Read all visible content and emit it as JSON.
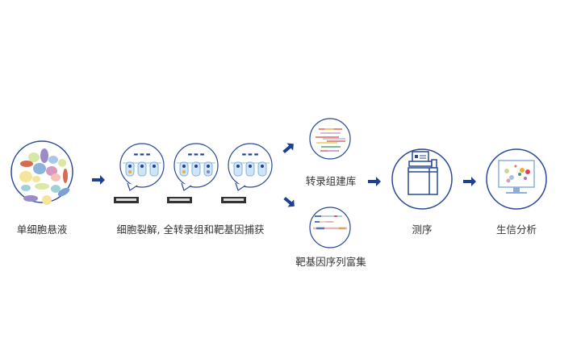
{
  "colors": {
    "accent": "#1f3f8f",
    "circle": "#2a4a96"
  },
  "steps": {
    "suspension": "单细胞悬液",
    "lysis_capture": "细胞裂解, 全转录组和靶基因捕获",
    "wta_library": "转录组建库",
    "targeted_enrichment": "靶基因序列富集",
    "sequencing": "测序",
    "bioinformatics": "生信分析"
  }
}
